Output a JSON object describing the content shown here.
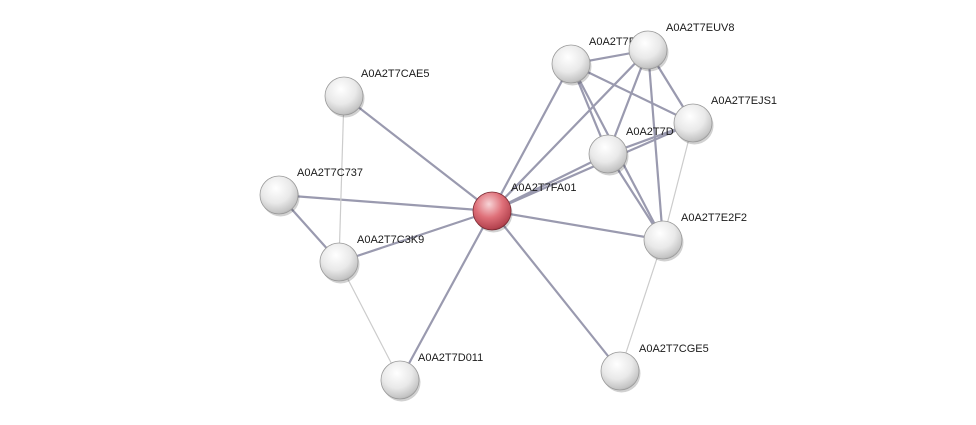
{
  "network": {
    "colors": {
      "background": "#ffffff",
      "query_node": "#d9606a",
      "neighbor_node": "#e2e2e2",
      "edge_strong": "#9a9aaf",
      "edge_weak": "#cccccc"
    },
    "nodes": [
      {
        "id": "A0A2T7FA01",
        "label": "A0A2T7FA01",
        "type": "query"
      },
      {
        "id": "A0A2T7CAE5",
        "label": "A0A2T7CAE5",
        "type": "neighbor"
      },
      {
        "id": "A0A2T7C737",
        "label": "A0A2T7C737",
        "type": "neighbor"
      },
      {
        "id": "A0A2T7C3K9",
        "label": "A0A2T7C3K9",
        "type": "neighbor"
      },
      {
        "id": "A0A2T7D011",
        "label": "A0A2T7D011",
        "type": "neighbor"
      },
      {
        "id": "A0A2T7F7V5",
        "label": "A0A2T7F7V5",
        "type": "neighbor"
      },
      {
        "id": "A0A2T7EUV8",
        "label": "A0A2T7EUV8",
        "type": "neighbor"
      },
      {
        "id": "A0A2T7EJS1",
        "label": "A0A2T7EJS1",
        "type": "neighbor"
      },
      {
        "id": "A0A2T7D",
        "label": "A0A2T7D",
        "type": "neighbor"
      },
      {
        "id": "A0A2T7E2F2",
        "label": "A0A2T7E2F2",
        "type": "neighbor"
      },
      {
        "id": "A0A2T7CGE5",
        "label": "A0A2T7CGE5",
        "type": "neighbor"
      }
    ],
    "edges": [
      {
        "source": "A0A2T7FA01",
        "target": "A0A2T7CAE5",
        "strength": "strong"
      },
      {
        "source": "A0A2T7FA01",
        "target": "A0A2T7C737",
        "strength": "strong"
      },
      {
        "source": "A0A2T7FA01",
        "target": "A0A2T7C3K9",
        "strength": "strong"
      },
      {
        "source": "A0A2T7FA01",
        "target": "A0A2T7D011",
        "strength": "strong"
      },
      {
        "source": "A0A2T7FA01",
        "target": "A0A2T7F7V5",
        "strength": "strong"
      },
      {
        "source": "A0A2T7FA01",
        "target": "A0A2T7EUV8",
        "strength": "strong"
      },
      {
        "source": "A0A2T7FA01",
        "target": "A0A2T7D",
        "strength": "strong"
      },
      {
        "source": "A0A2T7FA01",
        "target": "A0A2T7E2F2",
        "strength": "strong"
      },
      {
        "source": "A0A2T7FA01",
        "target": "A0A2T7CGE5",
        "strength": "strong"
      },
      {
        "source": "A0A2T7FA01",
        "target": "A0A2T7EJS1",
        "strength": "strong"
      },
      {
        "source": "A0A2T7C737",
        "target": "A0A2T7C3K9",
        "strength": "strong"
      },
      {
        "source": "A0A2T7CAE5",
        "target": "A0A2T7C3K9",
        "strength": "weak"
      },
      {
        "source": "A0A2T7C3K9",
        "target": "A0A2T7D011",
        "strength": "weak"
      },
      {
        "source": "A0A2T7F7V5",
        "target": "A0A2T7EUV8",
        "strength": "strong"
      },
      {
        "source": "A0A2T7F7V5",
        "target": "A0A2T7EJS1",
        "strength": "strong"
      },
      {
        "source": "A0A2T7F7V5",
        "target": "A0A2T7D",
        "strength": "strong"
      },
      {
        "source": "A0A2T7F7V5",
        "target": "A0A2T7E2F2",
        "strength": "strong"
      },
      {
        "source": "A0A2T7EUV8",
        "target": "A0A2T7EJS1",
        "strength": "strong"
      },
      {
        "source": "A0A2T7EUV8",
        "target": "A0A2T7D",
        "strength": "strong"
      },
      {
        "source": "A0A2T7EUV8",
        "target": "A0A2T7E2F2",
        "strength": "strong"
      },
      {
        "source": "A0A2T7EJS1",
        "target": "A0A2T7D",
        "strength": "strong"
      },
      {
        "source": "A0A2T7EJS1",
        "target": "A0A2T7E2F2",
        "strength": "weak"
      },
      {
        "source": "A0A2T7D",
        "target": "A0A2T7E2F2",
        "strength": "strong"
      },
      {
        "source": "A0A2T7E2F2",
        "target": "A0A2T7CGE5",
        "strength": "weak"
      }
    ]
  }
}
